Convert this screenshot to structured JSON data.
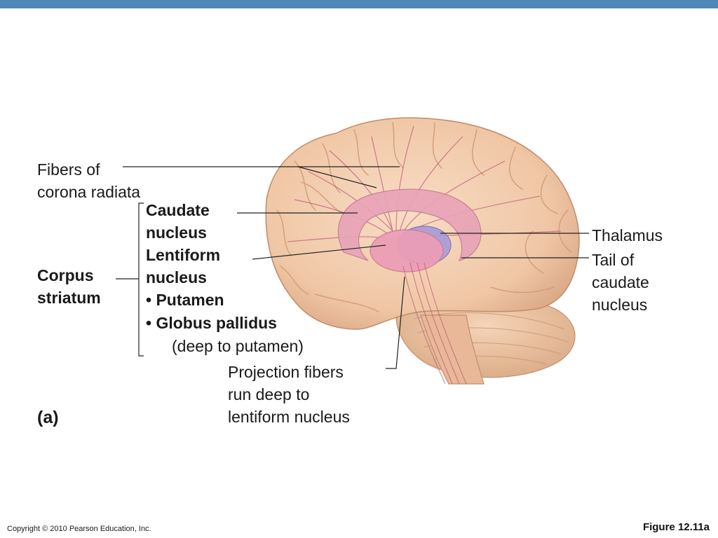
{
  "labels": {
    "fibers_corona": [
      "Fibers of",
      "corona radiata"
    ],
    "caudate": [
      "Caudate",
      "nucleus"
    ],
    "lentiform": [
      "Lentiform",
      "nucleus"
    ],
    "putamen": "• Putamen",
    "globus": "• Globus pallidus",
    "deep": "(deep to putamen)",
    "corpus": [
      "Corpus",
      "striatum"
    ],
    "thalamus": "Thalamus",
    "tail": [
      "Tail of",
      "caudate",
      "nucleus"
    ],
    "projection": [
      "Projection fibers",
      "run deep to",
      "lentiform nucleus"
    ],
    "panel": "(a)"
  },
  "footer": {
    "copyright": "Copyright © 2010 Pearson Education, Inc.",
    "figure": "Figure 12.11a"
  },
  "colors": {
    "header_bar": "#4f87b8",
    "brain": "#f3cdb0",
    "caudate": "#e8a4b8",
    "thalamus": "#a89bd6"
  }
}
